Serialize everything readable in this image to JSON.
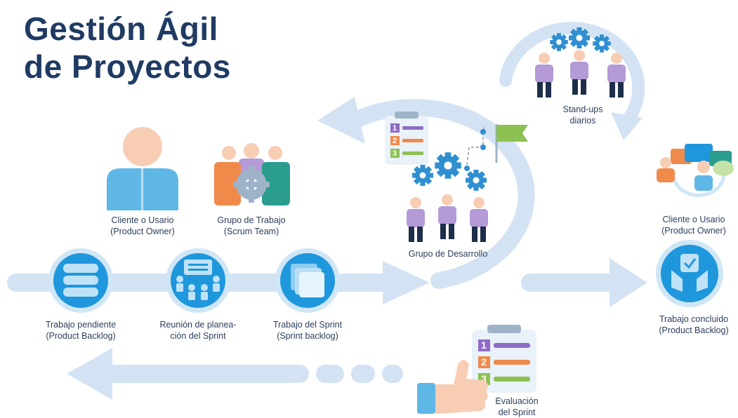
{
  "title": {
    "line1": "Gestión Ágil",
    "line2": "de Proyectos"
  },
  "labels": {
    "product_owner_left": [
      "Cliente o Usario",
      "(Product Owner)"
    ],
    "scrum_team": [
      "Grupo de Trabajo",
      "(Scrum Team)"
    ],
    "dev_team": "Grupo de Desarrollo",
    "standups": [
      "Stand-ups",
      "diarios"
    ],
    "product_owner_right": [
      "Cliente o Usario",
      "(Product Owner)"
    ],
    "product_backlog": [
      "Trabajo pendiente",
      "(Product Backlog)"
    ],
    "sprint_planning": [
      "Reunión de planea-",
      "ción del Sprint"
    ],
    "sprint_backlog": [
      "Trabajo del Sprint",
      "(Sprint backlog)"
    ],
    "done": [
      "Trabajo concluido",
      "(Product Backlog)"
    ],
    "sprint_review": [
      "Evaluación",
      "del Sprint"
    ]
  },
  "list_numbers": [
    "1",
    "2",
    "3"
  ],
  "colors": {
    "title": "#1f3b63",
    "flow_arrow": "#d3e3f4",
    "node_blue": "#1f97dc",
    "node_ring": "#cfe6f6",
    "purple": "#b49ad6",
    "navy": "#1d2e4a",
    "gear_blue": "#2f8fd1",
    "list_purple": "#8e6cc4",
    "list_orange": "#f08a4b",
    "list_green": "#8cc152",
    "skin": "#f7cdb4"
  }
}
